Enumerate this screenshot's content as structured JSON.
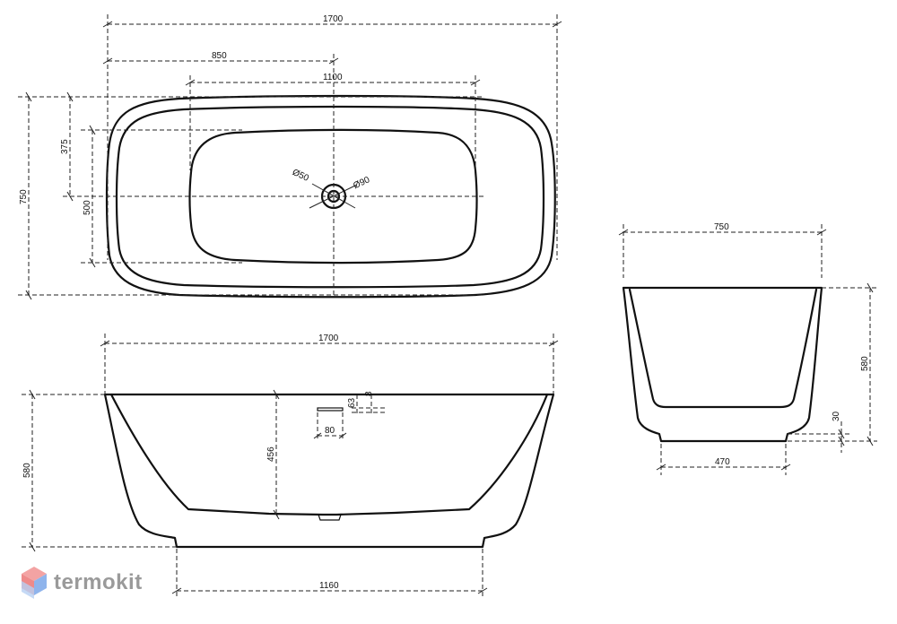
{
  "drawing": {
    "top_view": {
      "overall_length": "1700",
      "half_length": "850",
      "inner_length": "1100",
      "overall_width": "750",
      "half_width": "375",
      "inner_width": "500",
      "drain_diameter_1": "Ø50",
      "drain_diameter_2": "Ø90"
    },
    "side_view": {
      "overall_length": "1700",
      "height": "580",
      "inner_depth": "456",
      "base_length": "1160",
      "overflow_offset": "63",
      "overflow_width": "80",
      "overflow_height": "8"
    },
    "end_view": {
      "overall_width": "750",
      "height": "580",
      "base_width": "470",
      "base_height": "30"
    }
  },
  "brand": {
    "name": "termokit",
    "logo_colors": [
      "#f08f8f",
      "#8fb4ec"
    ]
  }
}
